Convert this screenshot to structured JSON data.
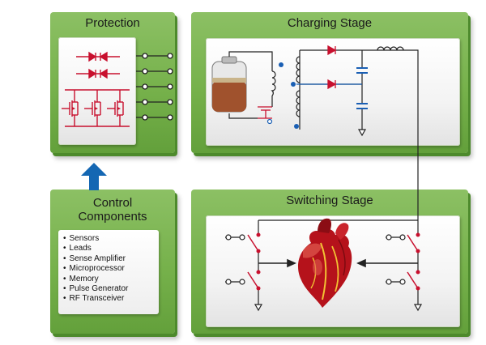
{
  "panels": {
    "protection": {
      "title": "Protection"
    },
    "charging": {
      "title": "Charging Stage"
    },
    "control": {
      "title_line1": "Control",
      "title_line2": "Components",
      "items": [
        "Sensors",
        "Leads",
        "Sense Amplifier",
        "Microprocessor",
        "Memory",
        "Pulse Generator",
        "RF Transceiver"
      ]
    },
    "switching": {
      "title": "Switching Stage"
    }
  },
  "colors": {
    "panel_green": "#76b14b",
    "circuit_red": "#c8102e",
    "arrow_blue": "#1467b3",
    "wire_black": "#222222",
    "node_blue": "#1a5fb4"
  },
  "icons": [
    "diode-icon",
    "mosfet-icon",
    "battery-icon",
    "transformer-icon",
    "capacitor-icon",
    "inductor-icon",
    "switch-icon",
    "heart-icon",
    "ground-icon",
    "up-arrow-icon"
  ]
}
